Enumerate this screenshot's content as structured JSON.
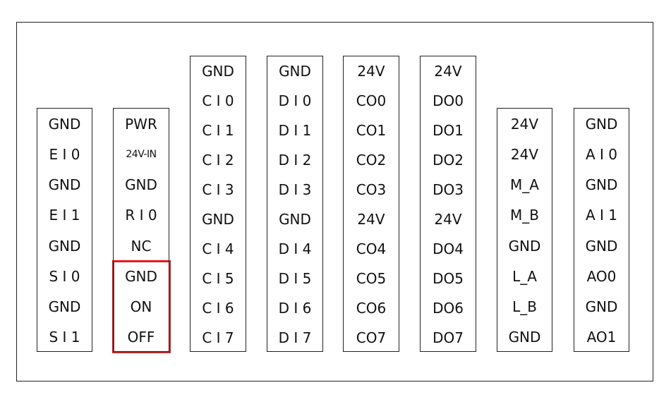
{
  "highlight_color": "#e4191c",
  "blocks": [
    {
      "id": "e",
      "pins": [
        "GND",
        "E I 0",
        "GND",
        "E I 1",
        "GND",
        "S I 0",
        "GND",
        "S I 1"
      ]
    },
    {
      "id": "pwr",
      "pins": [
        "PWR",
        "24V-IN",
        "GND",
        "R I 0",
        "NC",
        "GND",
        "ON",
        "OFF"
      ]
    },
    {
      "id": "ci",
      "pins": [
        "GND",
        "C I 0",
        "C I 1",
        "C I 2",
        "C I 3",
        "GND",
        "C I 4",
        "C I 5",
        "C I 6",
        "C I 7"
      ]
    },
    {
      "id": "di",
      "pins": [
        "GND",
        "D I 0",
        "D I 1",
        "D I 2",
        "D I 3",
        "GND",
        "D I 4",
        "D I 5",
        "D I 6",
        "D I 7"
      ]
    },
    {
      "id": "co",
      "pins": [
        "24V",
        "CO0",
        "CO1",
        "CO2",
        "CO3",
        "24V",
        "CO4",
        "CO5",
        "CO6",
        "CO7"
      ]
    },
    {
      "id": "do",
      "pins": [
        "24V",
        "DO0",
        "DO1",
        "DO2",
        "DO3",
        "24V",
        "DO4",
        "DO5",
        "DO6",
        "DO7"
      ]
    },
    {
      "id": "m",
      "pins": [
        "24V",
        "24V",
        "M_A",
        "M_B",
        "GND",
        "L_A",
        "L_B",
        "GND"
      ]
    },
    {
      "id": "ai",
      "pins": [
        "GND",
        "A I 0",
        "GND",
        "A I 1",
        "GND",
        "AO0",
        "GND",
        "AO1"
      ]
    }
  ]
}
